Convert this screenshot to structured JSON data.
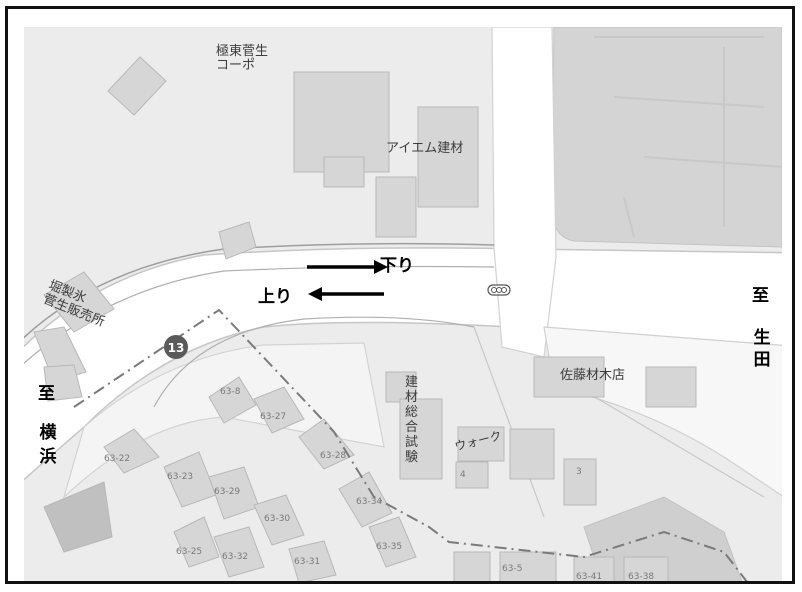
{
  "buildings": {
    "kyokuto": "極東菅生\nコーポ",
    "aiem": "アイエム建材",
    "hori": "堀製氷\n菅生販売所",
    "sato": "佐藤材木店",
    "kenzai": "建材総合試験",
    "walk": "ウォーク"
  },
  "lot_numbers": [
    "63-8",
    "63-27",
    "63-28",
    "63-22",
    "63-23",
    "63-29",
    "63-34",
    "63-30",
    "63-25",
    "63-32",
    "63-31",
    "63-35",
    "63-5",
    "63-41",
    "63-38",
    "3",
    "4"
  ],
  "route_badge": "13",
  "directions": {
    "down": "下り",
    "up": "上り",
    "to_ikuta": "至\n生\n田",
    "to_ikuta_top": "至",
    "to_ikuta_bottom": "生田",
    "to_yokohama_top": "至",
    "to_yokohama_bottom": "横浜"
  },
  "colors": {
    "background": "#ececec",
    "road": "#ffffff",
    "building": "#d6d6d6",
    "building_edge": "#b8b8b8",
    "boundary": "#7a7a7a",
    "badge": "#5a5a5a",
    "arrow": "#000000"
  }
}
